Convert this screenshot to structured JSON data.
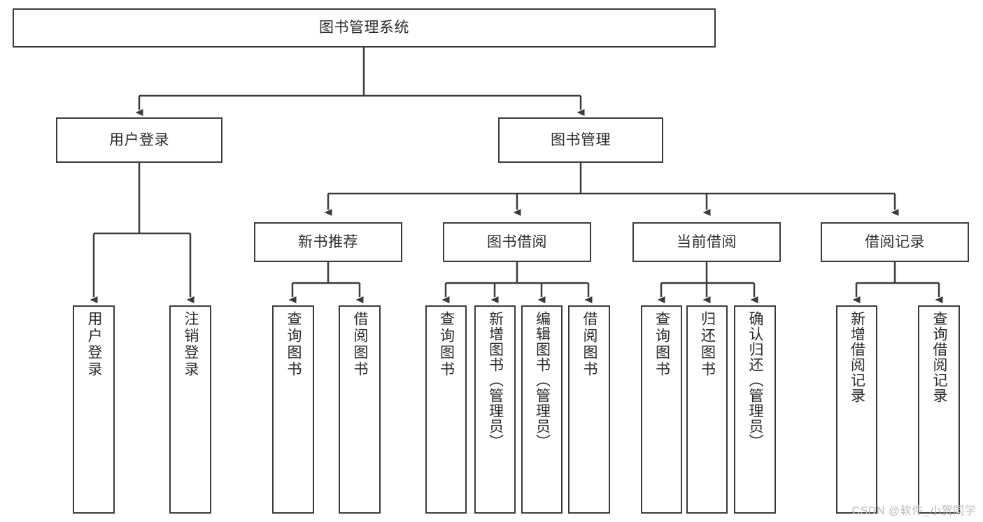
{
  "diagram": {
    "type": "tree-hierarchy",
    "title": "图书管理系统",
    "root": {
      "label": "图书管理系统"
    },
    "level2": [
      {
        "label": "用户登录"
      },
      {
        "label": "图书管理"
      }
    ],
    "level3": [
      {
        "label": "新书推荐"
      },
      {
        "label": "图书借阅"
      },
      {
        "label": "当前借阅"
      },
      {
        "label": "借阅记录"
      }
    ],
    "leaves": [
      {
        "label": "用户登录"
      },
      {
        "label": "注销登录"
      },
      {
        "label": "查询图书"
      },
      {
        "label": "借阅图书"
      },
      {
        "label": "查询图书"
      },
      {
        "label": "新增图书（管理员）"
      },
      {
        "label": "编辑图书（管理员）"
      },
      {
        "label": "借阅图书"
      },
      {
        "label": "查询图书"
      },
      {
        "label": "归还图书"
      },
      {
        "label": "确认归还（管理员）"
      },
      {
        "label": "新增借阅记录"
      },
      {
        "label": "查询借阅记录"
      }
    ]
  },
  "watermark": {
    "text": "CSDN @软件_小贺同学"
  },
  "colors": {
    "stroke": "#3b3b3b",
    "text": "#2b2b2b",
    "background": "#ffffff",
    "watermark": "#b9b9b9"
  }
}
